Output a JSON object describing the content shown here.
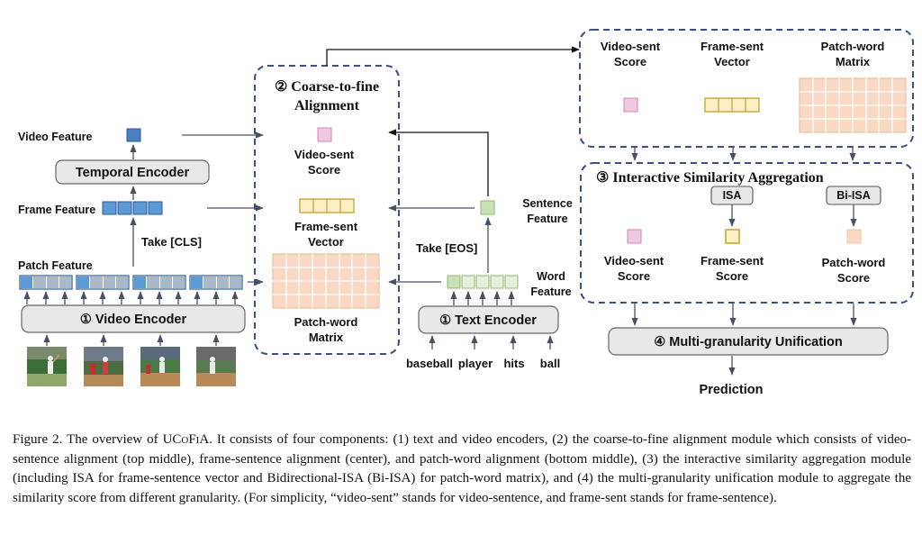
{
  "left": {
    "video_feature": "Video Feature",
    "temporal_encoder": "Temporal Encoder",
    "frame_feature": "Frame Feature",
    "take_cls": "Take [CLS]",
    "patch_feature": "Patch Feature",
    "video_encoder": "① Video Encoder"
  },
  "center": {
    "title_line1": "② Coarse-to-fine",
    "title_line2": "Alignment",
    "video_sent_line1": "Video-sent",
    "video_sent_line2": "Score",
    "frame_sent_line1": "Frame-sent",
    "frame_sent_line2": "Vector",
    "patch_word_line1": "Patch-word",
    "patch_word_line2": "Matrix"
  },
  "text_side": {
    "sentence_feature_line1": "Sentence",
    "sentence_feature_line2": "Feature",
    "take_eos": "Take [EOS]",
    "word_feature_line1": "Word",
    "word_feature_line2": "Feature",
    "text_encoder": "① Text Encoder",
    "words": [
      "baseball",
      "player",
      "hits",
      "ball"
    ]
  },
  "top_right": {
    "video_sent_line1": "Video-sent",
    "video_sent_line2": "Score",
    "frame_sent_line1": "Frame-sent",
    "frame_sent_line2": "Vector",
    "patch_word_line1": "Patch-word",
    "patch_word_line2": "Matrix"
  },
  "aggregation": {
    "title": "③ Interactive Similarity Aggregation",
    "isa": "ISA",
    "bi_isa": "Bi-ISA",
    "video_sent_line1": "Video-sent",
    "video_sent_line2": "Score",
    "frame_sent_line1": "Frame-sent",
    "frame_sent_line2": "Score",
    "patch_word_line1": "Patch-word",
    "patch_word_line2": "Score"
  },
  "unification": "④ Multi-granularity Unification",
  "prediction": "Prediction",
  "caption": {
    "prefix": "Figure 2. The overview of ",
    "name": "UCoFiA",
    "rest": ". It consists of four components: (1) text and video encoders, (2) the coarse-to-fine alignment module which consists of video-sentence alignment (top middle), frame-sentence alignment (center), and patch-word alignment (bottom middle), (3) the interactive similarity aggregation module (including ISA for frame-sentence vector and Bidirectional-ISA (Bi-ISA) for patch-word matrix), and (4) the multi-granularity unification module to aggregate the similarity score from different granularity.  (For simplicity, “video-sent” stands for video-sentence, and frame-sent stands for frame-sentence)."
  },
  "colors": {
    "blue_cell": "#5b9bd5",
    "blue_cell_dark": "#4a7fc0",
    "gray_cell": "#a9b9c6",
    "pink": "#f0c8e0",
    "yellow": "#fdefc4",
    "yellow_border": "#c8a030",
    "peach": "#fad9c4",
    "green": "#c9e2b5",
    "dash_blue": "#3a4f85",
    "box_gray": "#e8e8e8"
  }
}
